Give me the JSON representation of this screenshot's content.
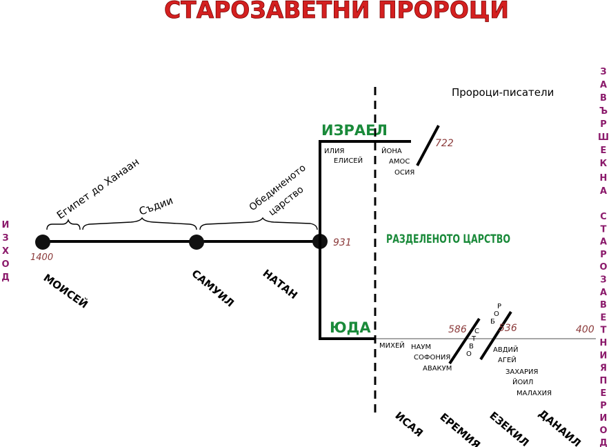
{
  "title": "СТАРОЗАВЕТНИ ПРОРОЦИ",
  "colors": {
    "title": "#d42020",
    "kingdom": "#1a8a3a",
    "year": "#8b3a3a",
    "side": "#8b1a6b",
    "line": "#000000",
    "grey_line": "#888888"
  },
  "side_left": "ИЗХОД",
  "side_right_1": "ЗАВЪРШЕК",
  "side_right_2": "НА",
  "side_right_3": "СТАРОЗАВЕТНИЯ",
  "side_right_4": "ПЕРИОД",
  "years": {
    "y1400": "1400",
    "y931": "931",
    "y722": "722",
    "y586": "586",
    "y536": "536",
    "y400": "400"
  },
  "periods": {
    "egypt": "Египет до Ханаан",
    "judges": "Съдии",
    "united_1": "Обединеното",
    "united_2": "царство"
  },
  "figures": {
    "moses": "МОИСЕЙ",
    "samuel": "САМУИЛ",
    "nathan": "НАТАН"
  },
  "kingdoms": {
    "israel": "ИЗРАЕЛ",
    "judah": "ЮДА",
    "divided": "РАЗДЕЛЕНОТО ЦАРСТВО"
  },
  "writing_prophets_label": "Пророци-писатели",
  "israel_early": [
    "ИЛИЯ",
    "ЕЛИСЕЙ"
  ],
  "israel_writing": [
    "ЙОНА",
    "АМОС",
    "ОСИЯ"
  ],
  "judah_writing_1": [
    "МИХЕЙ",
    "НАУМ"
  ],
  "judah_writing_2": [
    "СОФОНИЯ",
    "АВАКУМ"
  ],
  "exile_label": "РОБСТВО",
  "post_exile": [
    "АВДИЙ",
    "АГЕЙ",
    "ЗАХАРИЯ",
    "ЙОИЛ",
    "МАЛАХИЯ"
  ],
  "major_prophets": [
    "ИСАЯ",
    "ЕРЕМИЯ",
    "ЕЗЕКИЛ",
    "ДАНАИЛ"
  ]
}
